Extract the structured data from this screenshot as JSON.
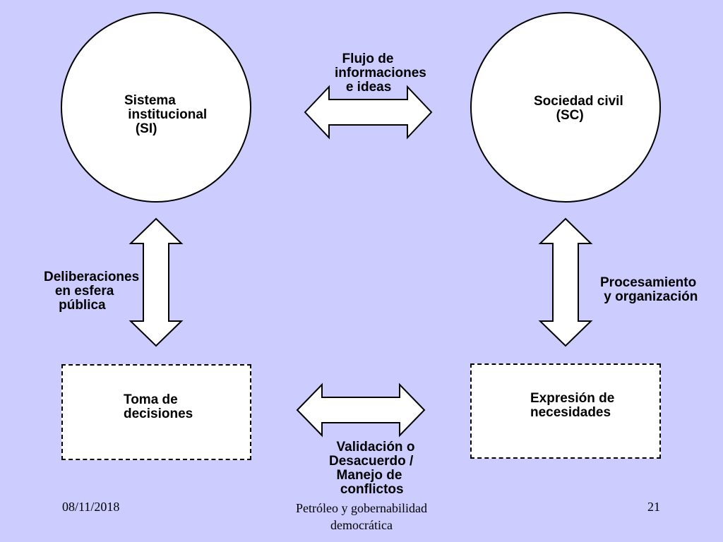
{
  "colors": {
    "background": "#ccccff",
    "shape_fill": "#ffffff",
    "stroke": "#000000"
  },
  "nodes": {
    "sistema": "Sistema\n institucional\n   (SI)",
    "sociedad": "Sociedad civil\n      (SC)",
    "toma": "Toma de\ndecisiones",
    "expresion": "Expresión de\nnecesidades"
  },
  "labels": {
    "flujo": "  Flujo de\ninformaciones\n   e ideas",
    "deliberaciones": "Deliberaciones\n   en esfera\n    pública",
    "procesamiento": "Procesamiento\n y organización",
    "validacion": "  Validación o\nDesacuerdo /\n  Manejo de\n   conflictos"
  },
  "footer": {
    "date": "08/11/2018",
    "title": "Petróleo y gobernabilidad\ndemocrática",
    "page": "21"
  }
}
